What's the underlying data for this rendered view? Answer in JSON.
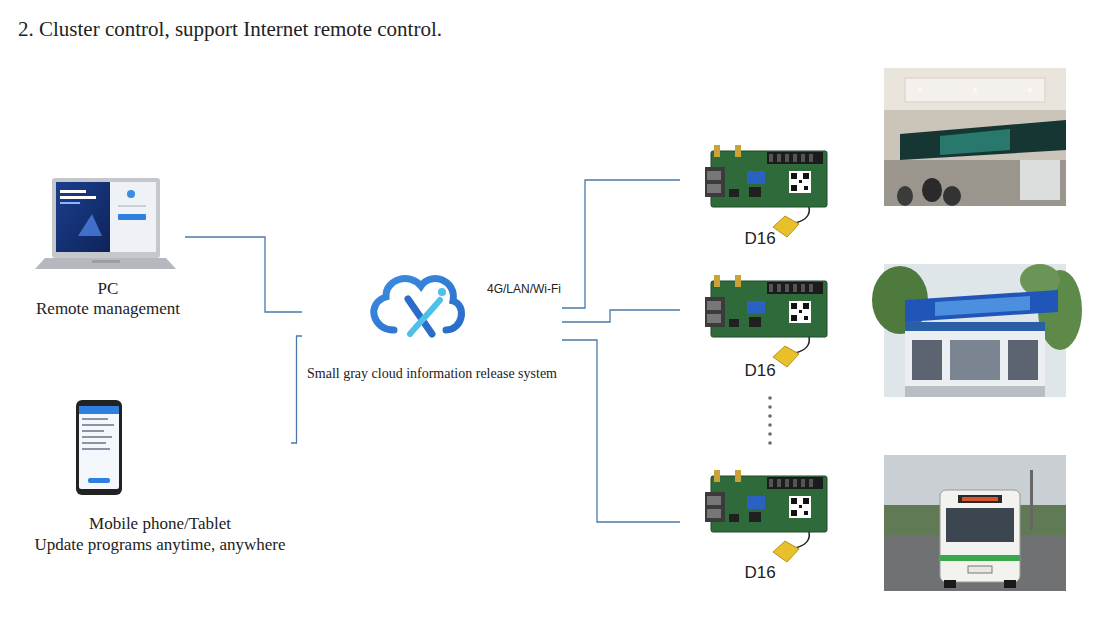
{
  "diagram": {
    "title": "2. Cluster control, support Internet remote control.",
    "nodes": [
      {
        "text": [
          "PC",
          "Remote management"
        ]
      },
      {
        "text": [
          "Mobile phone/Tablet",
          "Update programs anytime, anywhere"
        ]
      },
      {
        "text": [
          "Small gray cloud information release system"
        ]
      },
      {
        "text": [
          "D16"
        ]
      },
      {
        "text": [
          "D16"
        ]
      },
      {
        "text": [
          "D16"
        ]
      }
    ],
    "edges": [
      {
        "from": 0,
        "to": 2,
        "arrow": "none"
      },
      {
        "from": 1,
        "to": 2,
        "arrow": "none"
      },
      {
        "from": 2,
        "to": 3,
        "label": "4G/LAN/Wi-Fi",
        "arrow": "none"
      },
      {
        "from": 2,
        "to": 4,
        "arrow": "none"
      },
      {
        "from": 2,
        "to": 5,
        "arrow": "none"
      }
    ]
  }
}
